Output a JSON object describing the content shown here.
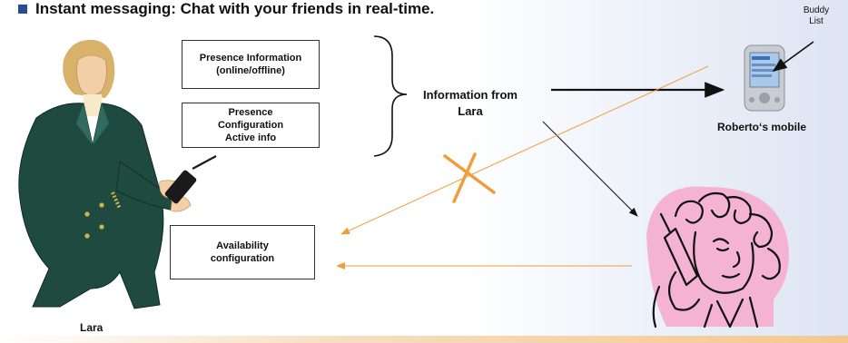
{
  "title": "Instant messaging: Chat with your friends in real-time.",
  "boxes": {
    "presence_info": [
      "Presence Information",
      "(online/offline)"
    ],
    "presence_config": [
      "Presence",
      "Configuration",
      "Active info"
    ],
    "availability": [
      "Availability",
      "configuration"
    ]
  },
  "labels": {
    "info_from": [
      "Information from",
      "Lara"
    ],
    "buddy": [
      "Buddy",
      "List"
    ],
    "mobile": "Roberto‘s mobile",
    "lara": "Lara"
  },
  "colors": {
    "accent": "#264e8c",
    "orange": "#f39c3c"
  },
  "icons": [
    "woman-with-phone",
    "pda-device",
    "woman-on-phone-cartoon"
  ]
}
